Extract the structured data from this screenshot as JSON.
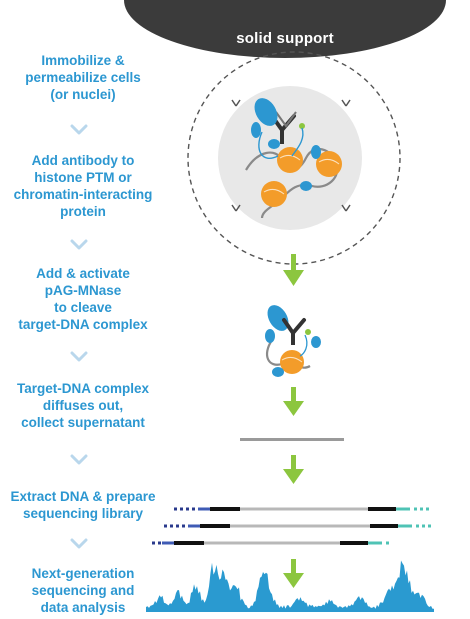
{
  "header": {
    "label": "solid support"
  },
  "steps": [
    {
      "lines": [
        "Immobilize &",
        "permeabilize cells",
        "(or nuclei)"
      ]
    },
    {
      "lines": [
        "Add antibody to",
        "histone PTM or",
        "chromatin-interacting",
        "protein"
      ]
    },
    {
      "lines": [
        "Add & activate",
        "pAG-MNase",
        "to cleave",
        "target-DNA complex"
      ]
    },
    {
      "lines": [
        "Target-DNA complex",
        "diffuses out,",
        "collect supernatant"
      ]
    },
    {
      "lines": [
        "Extract DNA & prepare",
        "sequencing library"
      ]
    },
    {
      "lines": [
        "Next-generation",
        "sequencing and",
        "data analysis"
      ]
    }
  ],
  "colors": {
    "step_text": "#2c97d1",
    "chevron": "#b9d7ec",
    "arrow": "#8cc63f",
    "support": "#3b3b3b",
    "nucleosome": "#f39c2a",
    "antibody": "#2c97d1",
    "pAG_MNase": "#2c97d1",
    "library_adapter_dark": "#2a3a8c",
    "library_adapter_teal": "#4fc3b5",
    "library_insert": "#b8b8b8",
    "signal": "#2a9ad0"
  },
  "icons": [
    "chevron-down-icon",
    "green-arrow-down-icon",
    "nucleosome-icon",
    "antibody-icon"
  ]
}
